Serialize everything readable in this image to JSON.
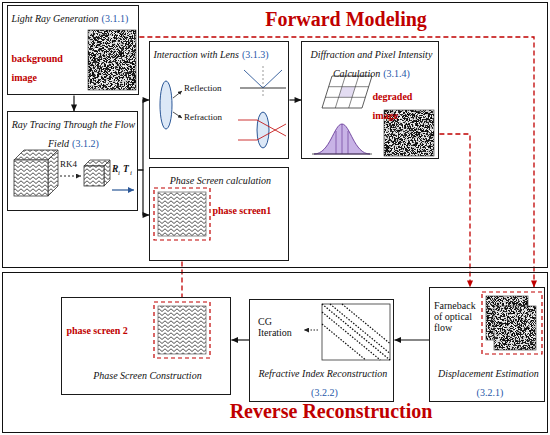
{
  "diagram": {
    "nodes": [
      {
        "text": [
          "Forward Modeling"
        ]
      },
      {
        "text": [
          "Light Ray Generation",
          "(3.1.1)",
          "background image"
        ],
        "in": 0
      },
      {
        "text": [
          "Ray Tracing Through the Flow Field",
          "(3.1.2)"
        ],
        "in": 0
      },
      {
        "text": [
          "Interaction with Lens",
          "(3.1.3)"
        ],
        "in": 0
      },
      {
        "text": [
          "Diffraction and Pixel Intensity Calculation",
          "(3.1.4)",
          "degraded image"
        ],
        "in": 0
      },
      {
        "text": [
          "Phase Screen calculation",
          "phase screen1"
        ],
        "in": 0
      },
      {
        "text": [
          "Reverse Reconstruction"
        ]
      },
      {
        "text": [
          "Displacement Estimation",
          "(3.2.1)"
        ],
        "in": 6
      },
      {
        "text": [
          "Refractive Index Reconstruction",
          "(3.2.2)"
        ],
        "in": 6
      },
      {
        "text": [
          "Phase Screen Construction",
          "phase screen 2"
        ],
        "in": 6
      }
    ],
    "edges": [
      {
        "from": 1,
        "to": 2,
        "arrow": "to"
      },
      {
        "from": 2,
        "to": 3,
        "arrow": "to"
      },
      {
        "from": 2,
        "to": 5,
        "arrow": "to"
      },
      {
        "from": 3,
        "to": 4,
        "arrow": "to"
      },
      {
        "from": 1,
        "to": 7,
        "arrow": "to"
      },
      {
        "from": 4,
        "to": 7,
        "arrow": "to"
      },
      {
        "from": 5,
        "to": 9,
        "arrow": "none"
      },
      {
        "from": 7,
        "to": 8,
        "arrow": "to"
      },
      {
        "from": 8,
        "to": 9,
        "arrow": "to"
      }
    ],
    "labels": [
      "RK4",
      "R",
      "i",
      "T",
      "i",
      "Reflection",
      "Refraction",
      "CG Iteration",
      "Farneback of optical flow"
    ]
  }
}
